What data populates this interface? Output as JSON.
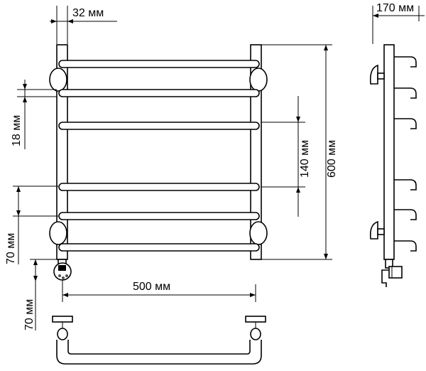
{
  "dimensions": {
    "tube_width": "32 мм",
    "depth": "170 мм",
    "bar_gap_small": "18 мм",
    "bar_gap_large": "140 мм",
    "total_height": "600 мм",
    "lower_gap": "70 мм",
    "bottom_offset": "70 мм",
    "width": "500 мм"
  }
}
